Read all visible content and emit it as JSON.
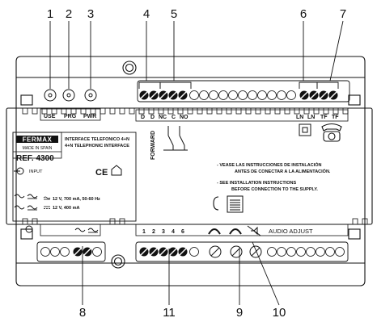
{
  "callouts": {
    "c1": "1",
    "c2": "2",
    "c3": "3",
    "c4": "4",
    "c5": "5",
    "c6": "6",
    "c7": "7",
    "c8": "8",
    "c9": "9",
    "c10": "10",
    "c11": "11"
  },
  "leds": {
    "use": "USE",
    "prg": "PRG",
    "pwr": "PWR"
  },
  "top_terminals": {
    "d1": "D",
    "d2": "D",
    "nc": "NC",
    "c": "C",
    "no": "NO",
    "ln1": "LN",
    "ln2": "LN",
    "tf1": "TF",
    "tf2": "TF"
  },
  "forward": "FORWARD",
  "label_card": {
    "brand": "FERMAX",
    "made_in": "MADE IN SPAIN",
    "ref": "REF. 4300",
    "name_es": "INTERFACE TELEFONICO 4+N",
    "name_en": "4+N TELEPHONIC INTERFACE",
    "input": "INPUT",
    "ce": "CE",
    "spec_ac": "12 V, 700 mA, 50-60 Hz",
    "spec_dc": "12 V, 400 mA"
  },
  "notes": {
    "es_line1": "- VEASE LAS INSTRUCCIONES DE INSTALACIÓN",
    "es_line2": "ANTES DE CONECTAR A LA ALIMENTACIÓN.",
    "en_line1": "- SEE INSTALLATION INSTRUCTIONS",
    "en_line2": "BEFORE CONNECTION TO THE SUPPLY."
  },
  "bottom_terminals": {
    "t1": "1",
    "t2": "2",
    "t3": "3",
    "t4": "4",
    "t6": "6"
  },
  "audio_adjust": "AUDIO ADJUST"
}
